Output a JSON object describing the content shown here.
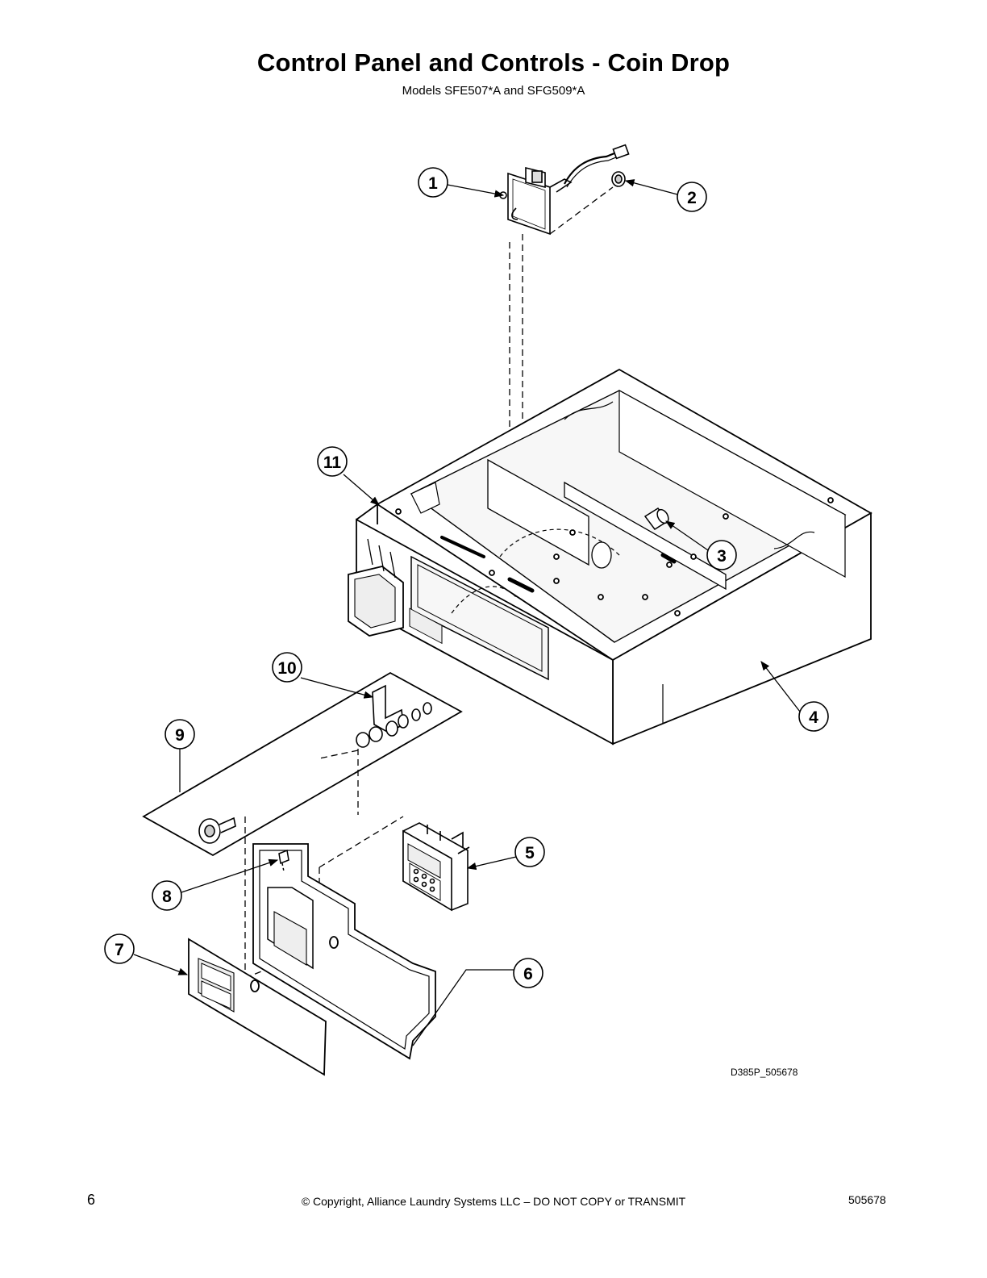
{
  "header": {
    "title": "Control Panel and Controls - Coin Drop",
    "subtitle": "Models SFE507*A and SFG509*A"
  },
  "diagram": {
    "callouts": [
      {
        "number": "1"
      },
      {
        "number": "2"
      },
      {
        "number": "3"
      },
      {
        "number": "4"
      },
      {
        "number": "5"
      },
      {
        "number": "6"
      },
      {
        "number": "7"
      },
      {
        "number": "8"
      },
      {
        "number": "9"
      },
      {
        "number": "10"
      },
      {
        "number": "11"
      }
    ],
    "drawing_code": "D385P_505678"
  },
  "footer": {
    "page_number": "6",
    "copyright": "© Copyright, Alliance Laundry Systems LLC – DO NOT COPY or TRANSMIT",
    "document_number": "505678"
  }
}
